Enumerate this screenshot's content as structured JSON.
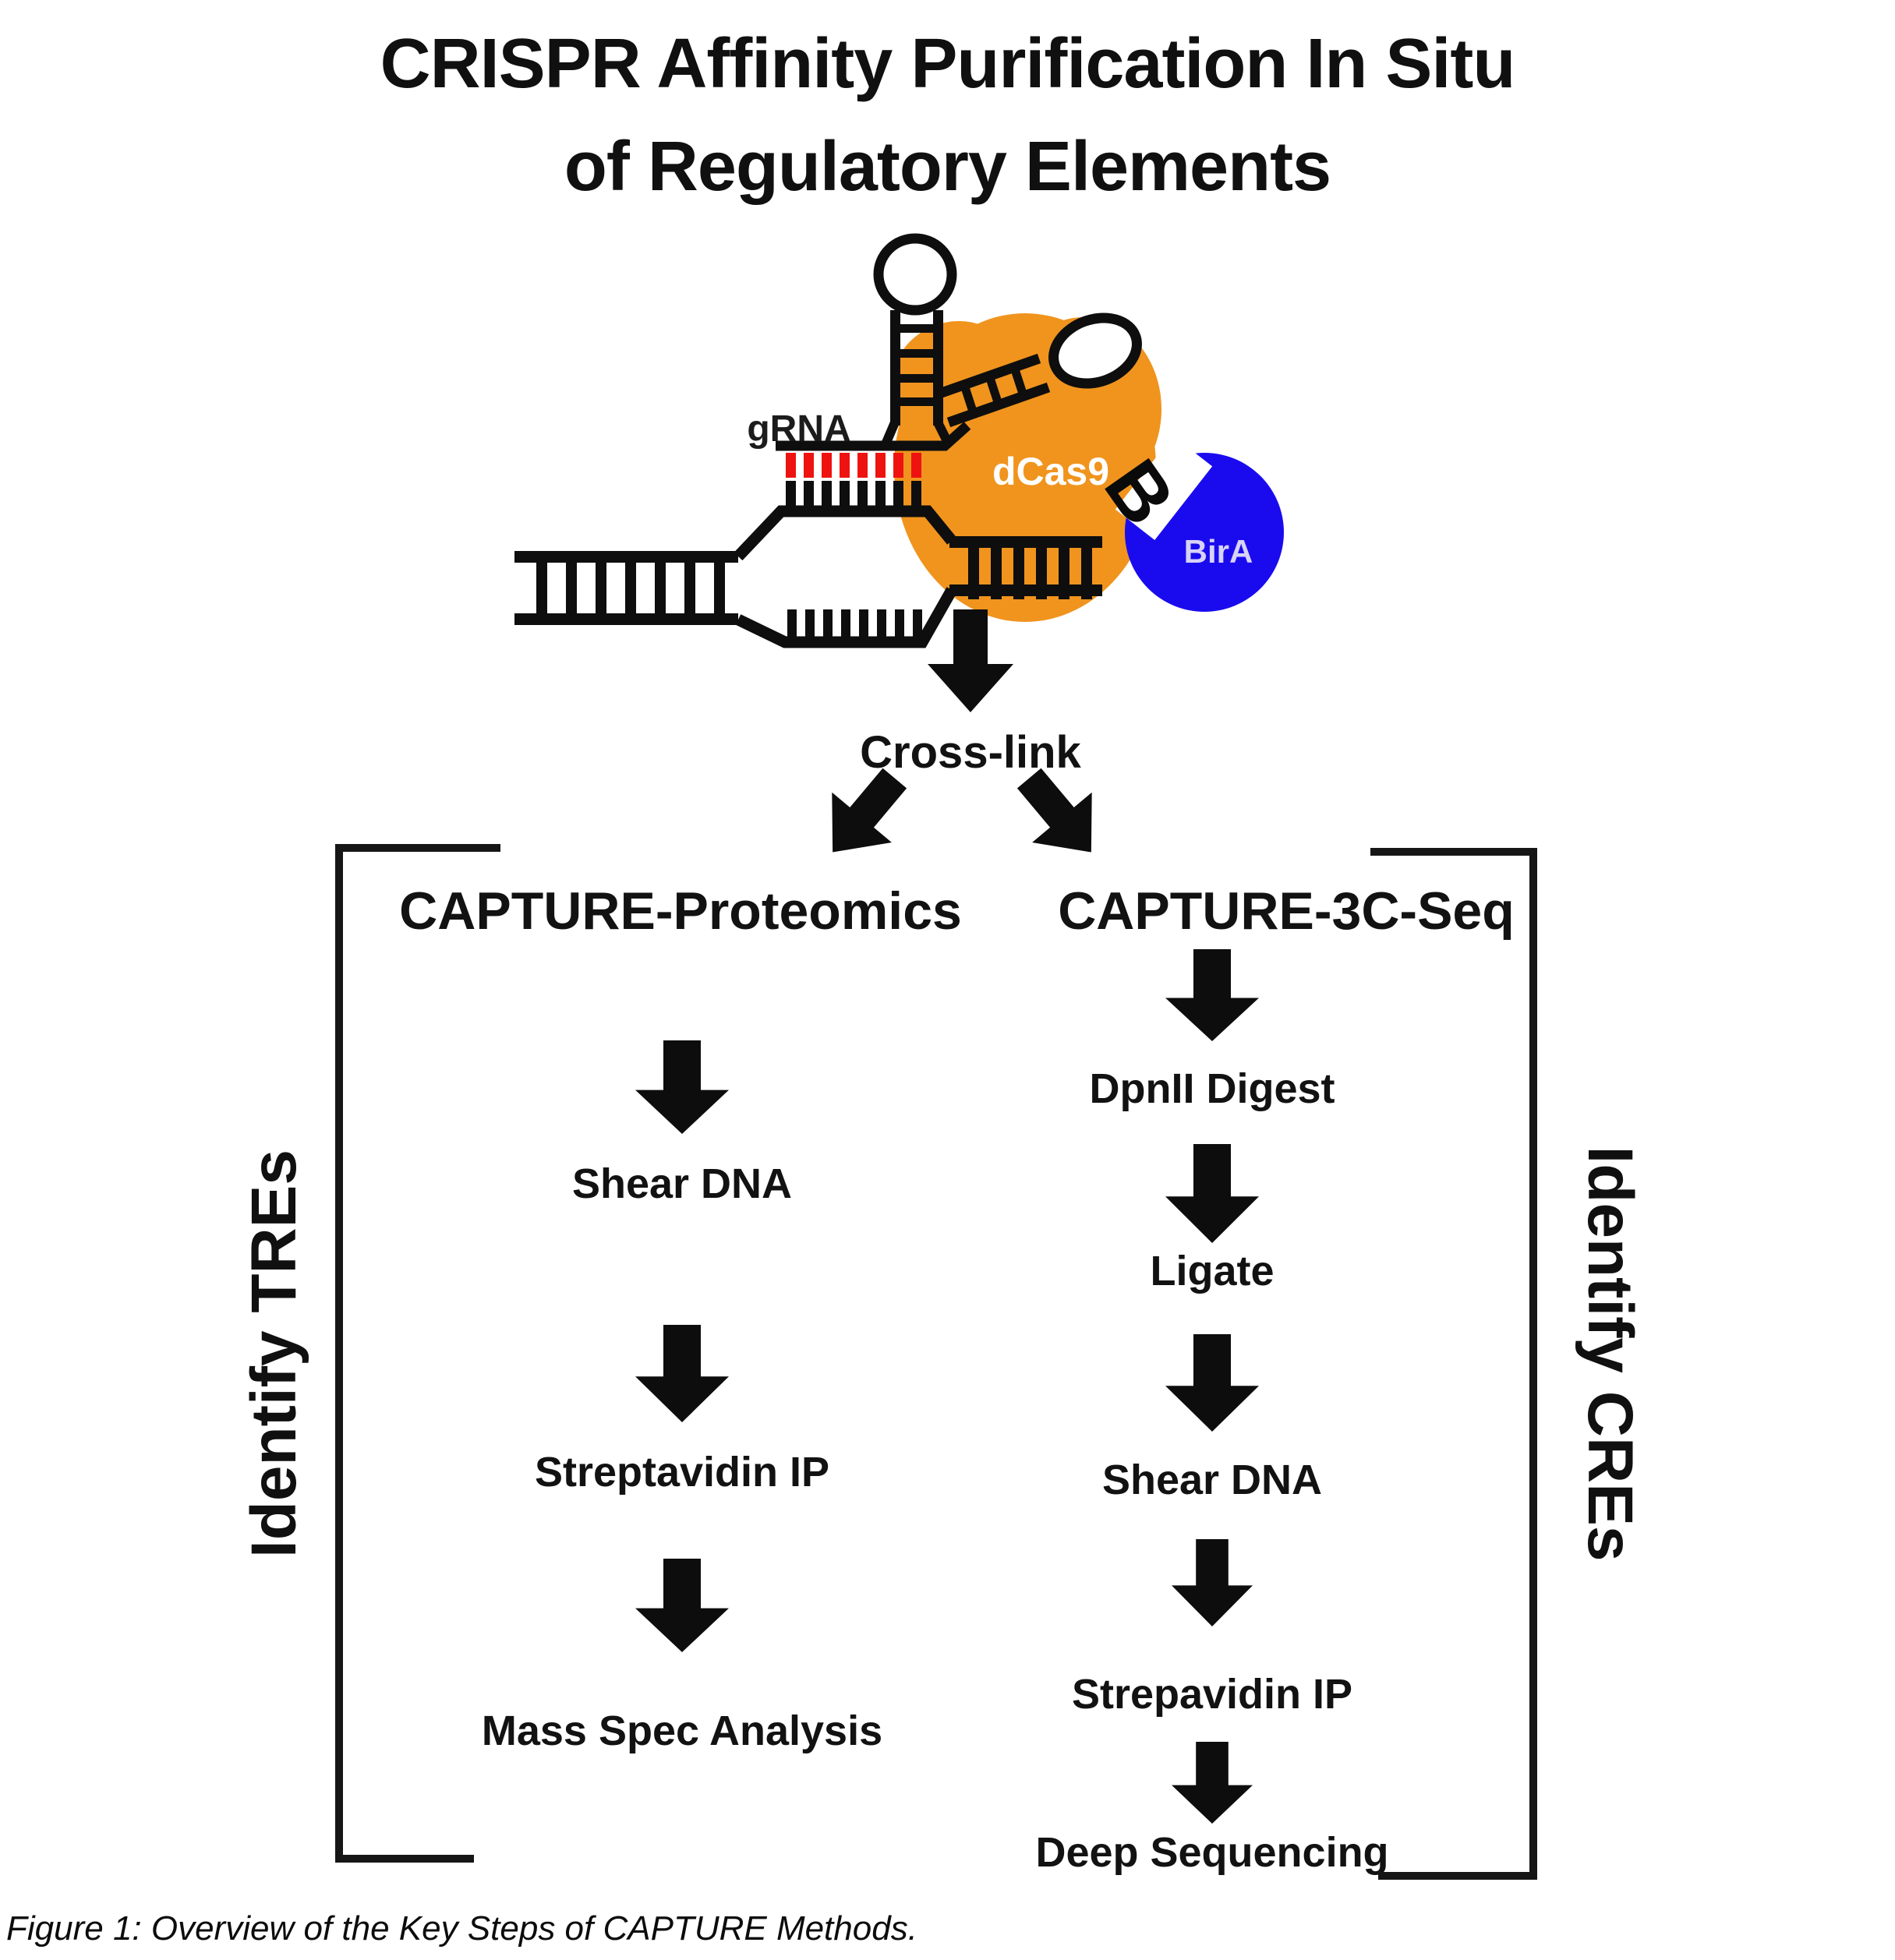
{
  "title": {
    "line1": "CRISPR Affinity Purification In Situ",
    "line2": "of Regulatory Elements"
  },
  "molecule": {
    "grna_label": "gRNA",
    "dcas9_label": "dCas9",
    "bira_label": "BirA",
    "biotin_label": "B",
    "colors": {
      "dcas9_orange": "#F0941E",
      "bira_blue": "#1A0BEF",
      "grna_pairing_red": "#EE1310",
      "strand_black": "#0E0E0E"
    }
  },
  "flow": {
    "crosslink_label": "Cross-link",
    "left_branch": {
      "header": "CAPTURE-Proteomics",
      "side_label": "Identify TREs",
      "steps": [
        "Shear DNA",
        "Streptavidin IP",
        "Mass Spec Analysis"
      ]
    },
    "right_branch": {
      "header": "CAPTURE-3C-Seq",
      "side_label": "Identify CREs",
      "steps": [
        "DpnII Digest",
        "Ligate",
        "Shear DNA",
        "Strepavidin IP",
        "Deep Sequencing"
      ]
    }
  },
  "caption": "Figure 1: Overview of the Key Steps of CAPTURE Methods."
}
